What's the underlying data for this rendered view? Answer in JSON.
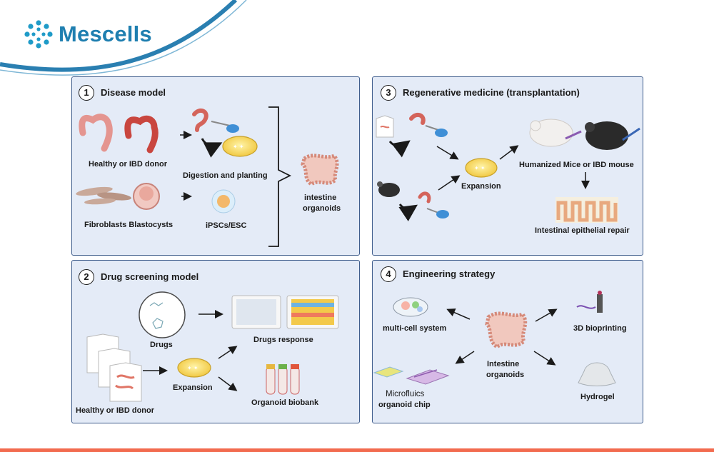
{
  "brand": {
    "name": "Mescells",
    "accent": "#1f7fb0",
    "swoosh": "#2a7fb1"
  },
  "panels": [
    {
      "number": "1",
      "title": "Disease model"
    },
    {
      "number": "2",
      "title": "Drug screening model"
    },
    {
      "number": "3",
      "title": "Regenerative medicine (transplantation)"
    },
    {
      "number": "4",
      "title": "Engineering strategy"
    }
  ],
  "p1": {
    "donor": "Healthy or IBD donor",
    "digestion": "Digestion and planting",
    "fibro": "Fibroblasts Blastocysts",
    "ipsc": "iPSCs/ESC",
    "organoids_1": "intestine",
    "organoids_2": "organoids"
  },
  "p2": {
    "drugs": "Drugs",
    "response": "Drugs response",
    "expansion": "Expansion",
    "biobank": "Organoid biobank",
    "donor": "Healthy or IBD donor"
  },
  "p3": {
    "expansion": "Expansion",
    "mice": "Humanized Mice or IBD mouse",
    "repair": "Intestinal epithelial repair"
  },
  "p4": {
    "multicell": "multi-cell system",
    "bioprint": "3D bioprinting",
    "organoids_1": "Intestine",
    "organoids_2": "organoids",
    "chip_1": "Microfluics",
    "chip_2": "organoid chip",
    "hydrogel": "Hydrogel"
  },
  "colors": {
    "panel_bg": "#e4ebf7",
    "panel_border": "#3f5d8c",
    "footer": "#f26b4f"
  }
}
